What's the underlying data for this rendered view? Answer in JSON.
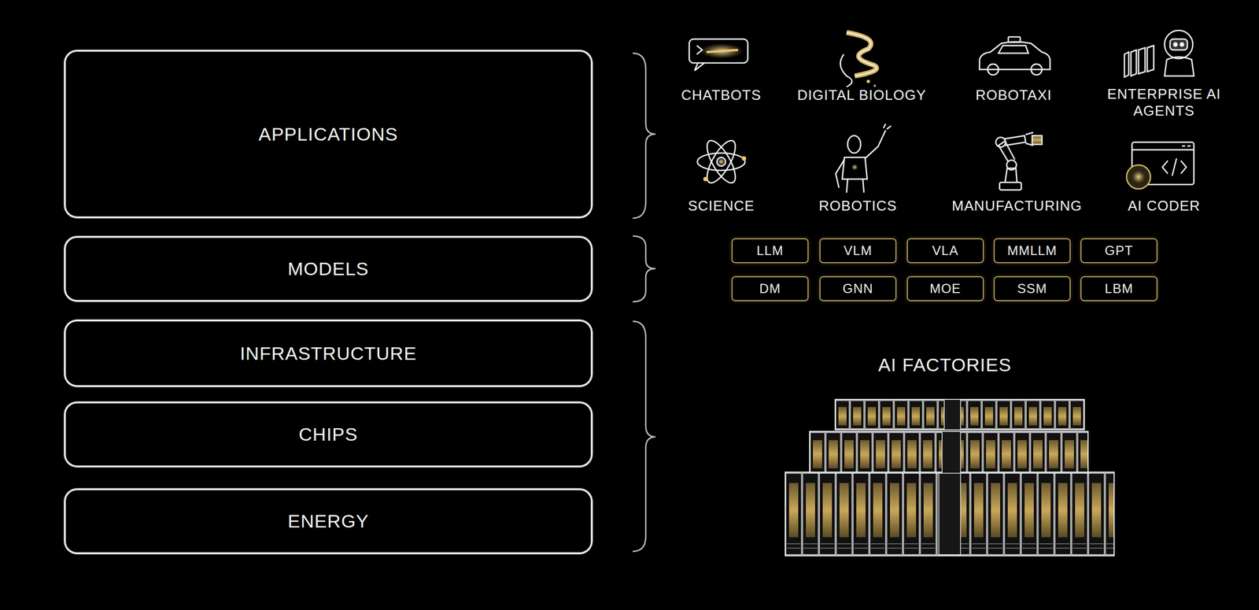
{
  "diagram": {
    "nodes": [
      {
        "text": [
          "APPLICATIONS"
        ]
      },
      {
        "text": [
          "MODELS"
        ]
      },
      {
        "text": [
          "INFRASTRUCTURE"
        ]
      },
      {
        "text": [
          "CHIPS"
        ]
      },
      {
        "text": [
          "ENERGY"
        ]
      },
      {
        "text": [
          "LLM"
        ]
      },
      {
        "text": [
          "VLM"
        ]
      },
      {
        "text": [
          "VLA"
        ]
      },
      {
        "text": [
          "MMLLM"
        ]
      },
      {
        "text": [
          "GPT"
        ]
      },
      {
        "text": [
          "DM"
        ]
      },
      {
        "text": [
          "GNN"
        ]
      },
      {
        "text": [
          "MOE"
        ]
      },
      {
        "text": [
          "SSM"
        ]
      },
      {
        "text": [
          "LBM"
        ]
      }
    ],
    "labels": [
      "CHATBOTS",
      "DIGITAL BIOLOGY",
      "ROBOTAXI",
      "ENTERPRISE AI AGENTS",
      "SCIENCE",
      "ROBOTICS",
      "MANUFACTURING",
      "AI CODER",
      "AI FACTORIES"
    ]
  }
}
